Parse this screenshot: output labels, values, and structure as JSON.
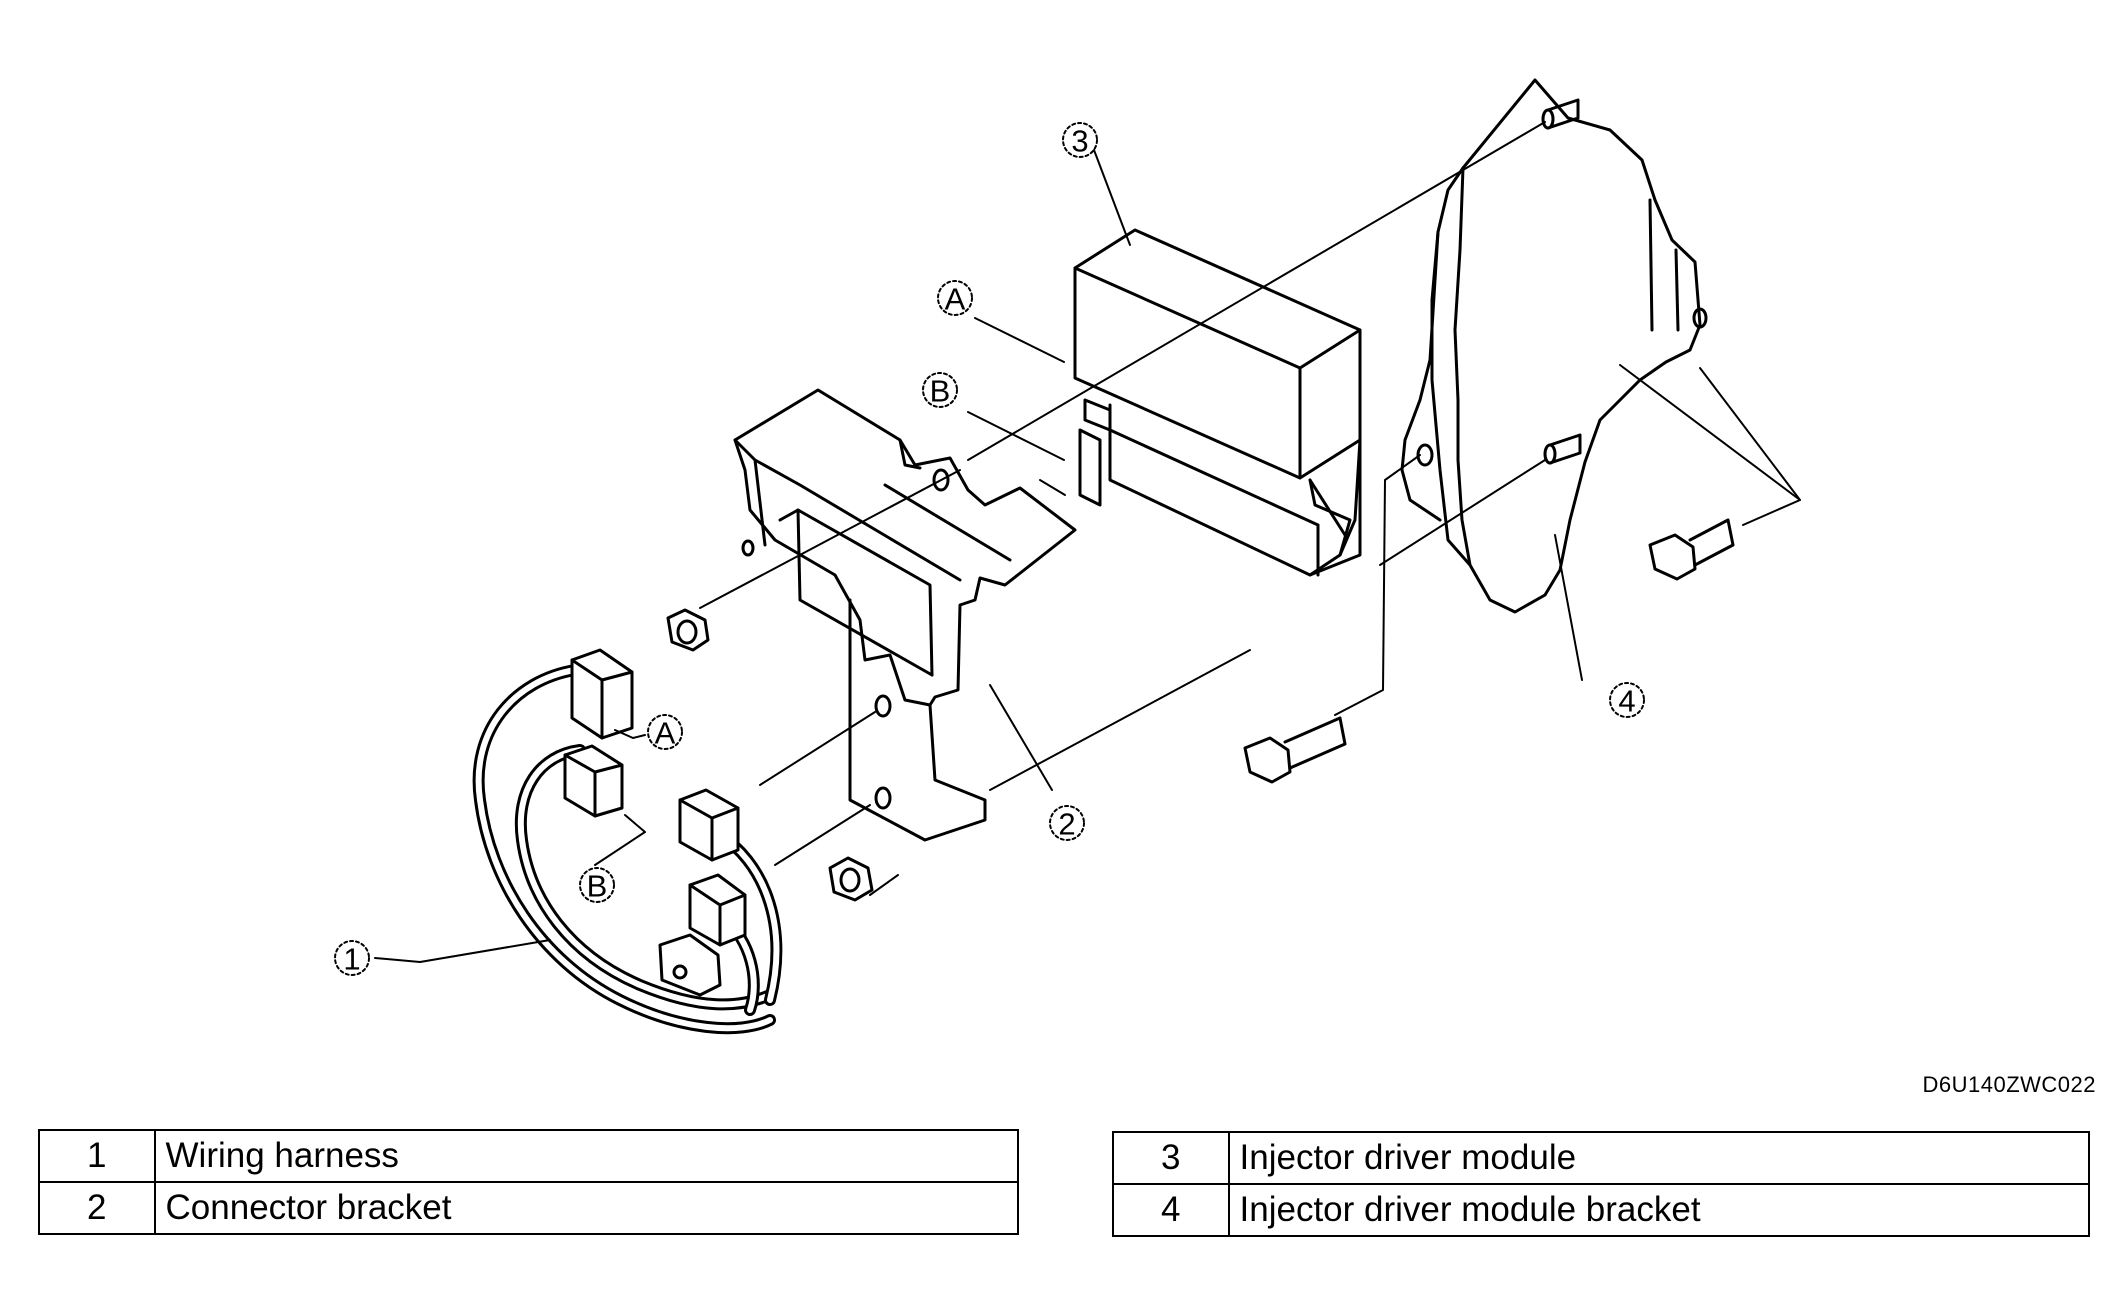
{
  "callouts": {
    "part1": "1",
    "part2": "2",
    "part3": "3",
    "part4": "4",
    "a_module": "A",
    "b_module": "B",
    "a_harness": "A",
    "b_harness": "B"
  },
  "figure_code": "D6U140ZWC022",
  "legend_left": [
    {
      "num": "1",
      "desc": "Wiring harness"
    },
    {
      "num": "2",
      "desc": "Connector bracket"
    }
  ],
  "legend_right": [
    {
      "num": "3",
      "desc": "Injector driver module"
    },
    {
      "num": "4",
      "desc": "Injector driver module bracket"
    }
  ]
}
